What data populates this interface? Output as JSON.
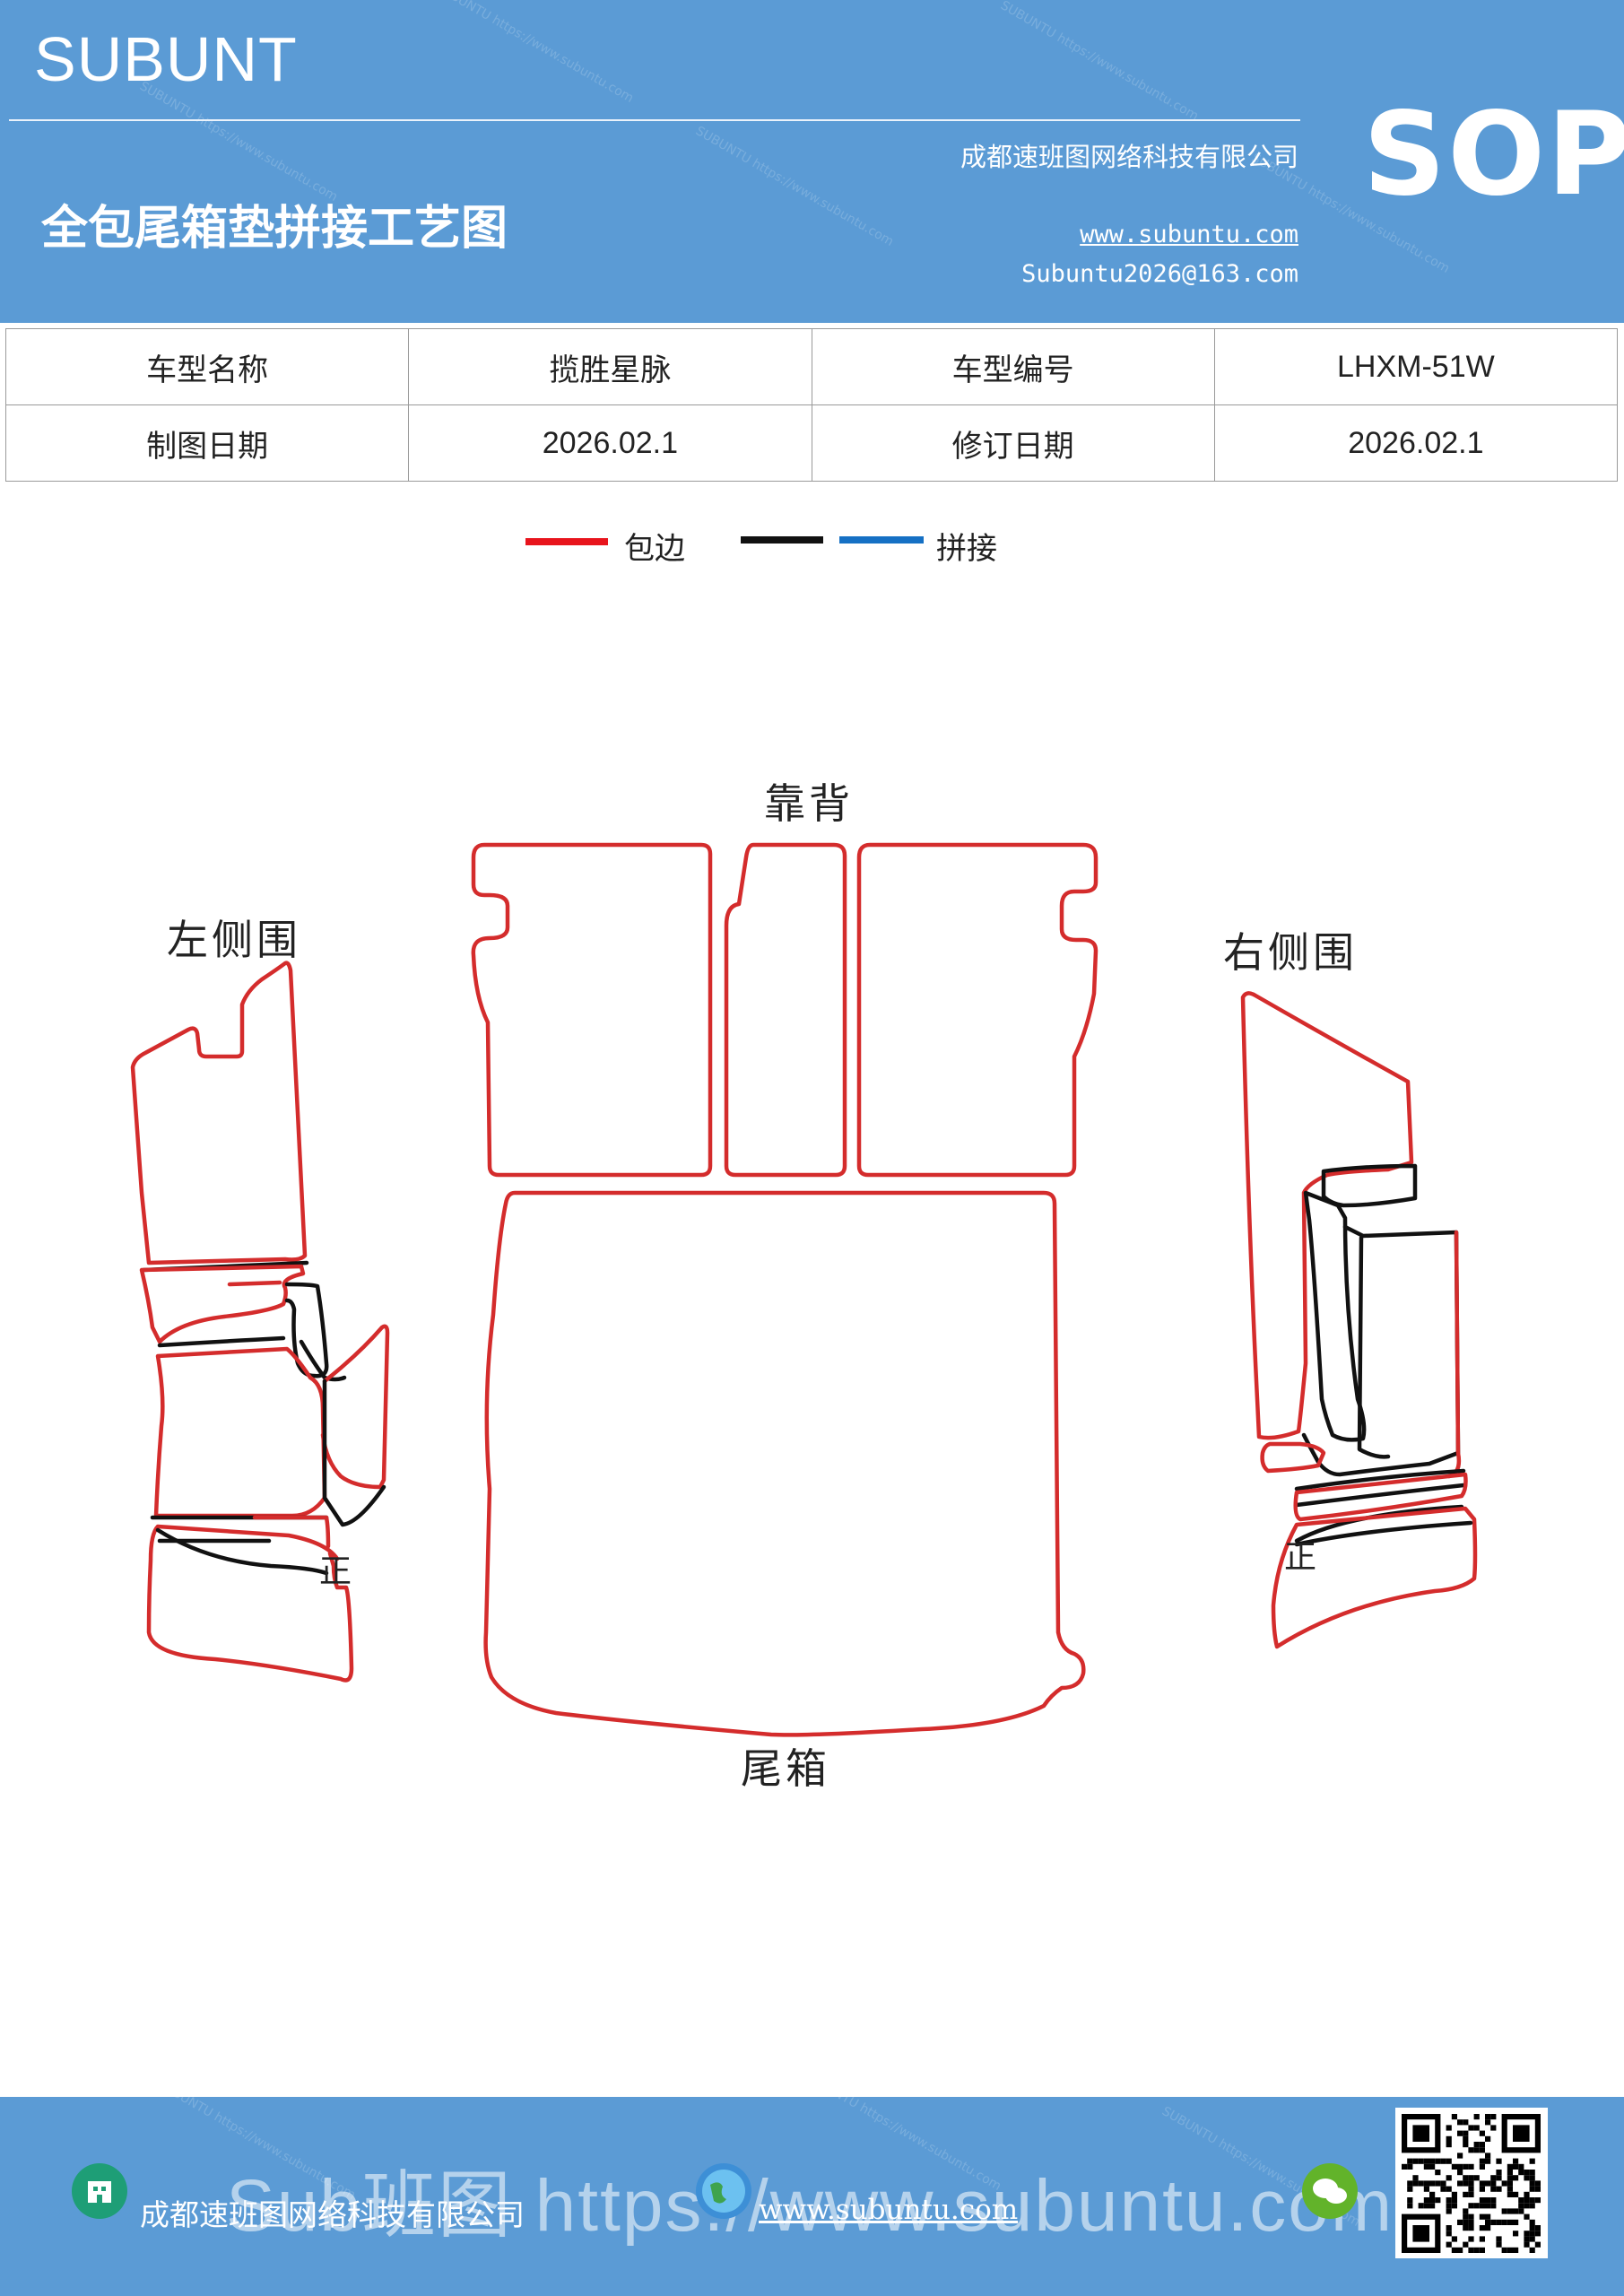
{
  "header": {
    "brand": "SUBUNT",
    "title": "全包尾箱垫拼接工艺图",
    "company": "成都速班图网络科技有限公司",
    "website": "www.subuntu.com",
    "email": "Subuntu2026@163.com",
    "badge": "SOP"
  },
  "info_table": {
    "rows": [
      {
        "label1": "车型名称",
        "value1": "揽胜星脉",
        "label2": "车型编号",
        "value2": "LHXM-51W"
      },
      {
        "label1": "制图日期",
        "value1": "2026.02.1",
        "label2": "修订日期",
        "value2": "2026.02.1"
      }
    ]
  },
  "legend": {
    "items": [
      {
        "color": "#e8141c",
        "label": "包边"
      },
      {
        "color": "#111111",
        "label": ""
      },
      {
        "color": "#1570c4",
        "label": "拼接"
      }
    ]
  },
  "diagram": {
    "backrest_label": "靠背",
    "left_label": "左侧围",
    "right_label": "右侧围",
    "trunk_label": "尾箱",
    "front_mark_left": "正",
    "front_mark_right": "正",
    "edge_color": "#d42c2c",
    "seam_color": "#111111"
  },
  "footer": {
    "company": "成都速班图网络科技有限公司",
    "website": "www.subuntu.com",
    "ghost_text": "Sub班图 https://www.subuntu.com"
  }
}
